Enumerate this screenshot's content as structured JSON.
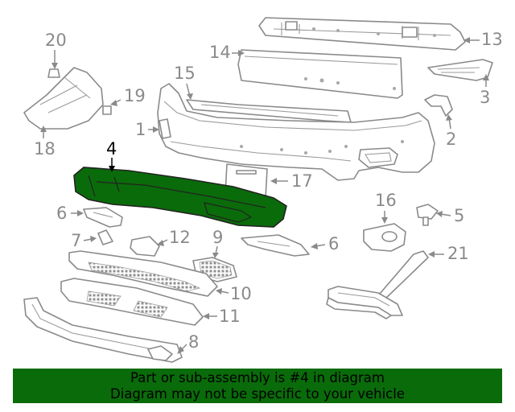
{
  "callouts": {
    "c1": "1",
    "c2": "2",
    "c3": "3",
    "c4": "4",
    "c5": "5",
    "c6a": "6",
    "c6b": "6",
    "c7": "7",
    "c8": "8",
    "c9": "9",
    "c10": "10",
    "c11": "11",
    "c12": "12",
    "c13": "13",
    "c14": "14",
    "c15": "15",
    "c16": "16",
    "c17": "17",
    "c18": "18",
    "c19": "19",
    "c20": "20",
    "c21": "21"
  },
  "highlight": {
    "part_number": "4",
    "color": "#0a6b0a"
  },
  "footer": {
    "line1": "Part or sub-assembly is #4 in diagram",
    "line2": "Diagram may not be specific to your vehicle"
  }
}
